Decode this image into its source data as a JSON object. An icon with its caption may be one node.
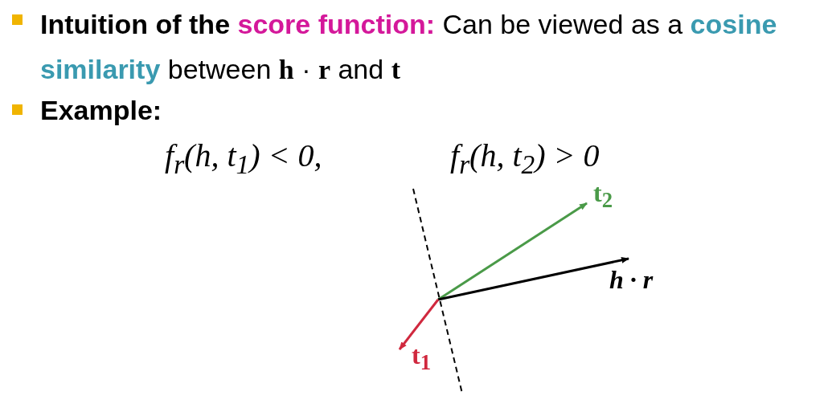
{
  "diagram": {
    "labels": [
      "**Intuition of the** **score function:** Can be viewed as a **cosine similarity** between **h** · **r** and **t**",
      "Example:",
      "f$_{r}$(h, t$_{1}$) < 0,",
      "f$_{r}$(h, t$_{2}$) > 0",
      "t$_{2}$",
      "h · r",
      "t$_{1}$"
    ]
  }
}
